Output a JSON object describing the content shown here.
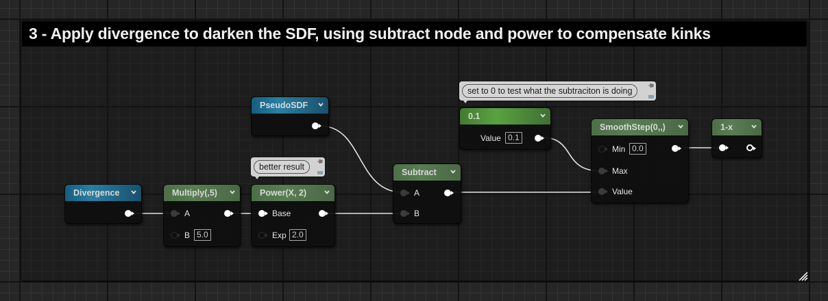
{
  "comment": {
    "title": "3 - Apply divergence to darken the SDF, using subtract node and power to compensate kinks"
  },
  "colors": {
    "param_header": "#2a7fa3",
    "math_header": "#587e52",
    "constant_header": "#5aa240",
    "wire": "#e6e6e6",
    "background": "#262626"
  },
  "nodes": {
    "divergence": {
      "title": "Divergence",
      "type": "parameter"
    },
    "pseudo_sdf": {
      "title": "PseudoSDF",
      "type": "parameter"
    },
    "multiply": {
      "title": "Multiply(,5)",
      "pins": {
        "a": "A",
        "b": "B"
      },
      "b_value": "5.0"
    },
    "power": {
      "title": "Power(X, 2)",
      "pins": {
        "base": "Base",
        "exp": "Exp"
      },
      "exp_value": "2.0",
      "comment": "better result"
    },
    "subtract": {
      "title": "Subtract",
      "pins": {
        "a": "A",
        "b": "B"
      }
    },
    "constant": {
      "title": "0.1",
      "pins": {
        "value": "Value"
      },
      "value": "0.1",
      "comment": "set to 0 to test what the subtraciton is doing"
    },
    "smoothstep": {
      "title": "SmoothStep(0,,)",
      "pins": {
        "min": "Min",
        "max": "Max",
        "value": "Value"
      },
      "min_value": "0.0"
    },
    "one_minus": {
      "title": "1-x"
    }
  },
  "icons": {
    "collapse": "chevron-down-icon",
    "comment_pin": "pin-icon",
    "comment_more": "ellipsis-icon",
    "resize": "resize-grip-icon"
  }
}
